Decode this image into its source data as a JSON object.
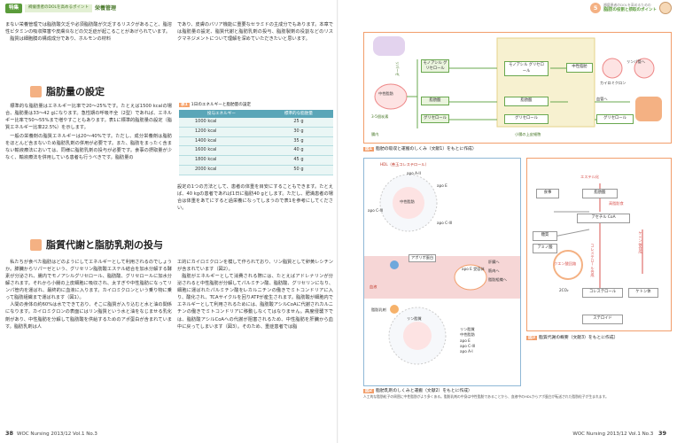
{
  "header": {
    "tag": "特集",
    "subtitle": "褥瘡患者のDOLを高めるポイント",
    "title": "栄養管理",
    "right_num": "5",
    "right_sub": "褥瘡患者のDOLを高めるための",
    "right_title": "脂肪",
    "right_tail": "の役割と摂取のポイント"
  },
  "left": {
    "col1_top": "まない栄養管理では脂肪酸欠乏や必須脂肪酸が欠乏するリスクがあること、脂溶性ビタミンの吸収障害や皮膚炎などの欠乏症が起こることがあげられています。",
    "col1_p2": "脂質は細胞膜の構成成分であり、ホルモンの材料",
    "col2_top": "であり、皮膚のバリア機能に重要なセラミドの主成分でもあります。本章では脂肪量の設定、脂質代謝と脂肪乳剤の投与、脂肪製剤の役割などのリスクマネジメントについて理解を深めていただきたいと思います。",
    "h_fat": "脂肪量の設定",
    "fat_p1": "標準的な脂肪量はエネルギー比率で20〜25%です。たとえば1500 kcalの場合、脂肪量は33〜42 gになります。急性期の呼吸不全（2型）であれば、エネルギー比率で50〜55%まで増やすこともあります。表1に標準的脂肪量の設定（脂質エネルギー比率22.5%）を示します。",
    "fat_p2": "一般の栄養剤の脂質エネルギーは20〜40%です。ただし、成分栄養剤は脂肪をほとんど含まないため脂肪乳剤の併用が必要です。また、脂肪をまったく含まない輸液療法においては、同様に脂肪乳剤の投与が必要です。食事の摂取量が少なく、輸液療法を併用している患者も行うべきです。脂肪量の",
    "fat_col2": "設定の1つの方法として、患者の体重を目安にすることもできます。たとえば、40 kgの患者であれば1日に脂肪40 gとします。ただし、肥満患者の場合は体重をあてにすると過栄養になってしまうので表1を参考にしてください。",
    "h_lipid": "脂質代謝と脂肪乳剤の投与",
    "lip_p1": "私たちが食べた脂肪はどのようにしてエネルギーとして利用されるのでしょうか。膵臓からリパーゼという、グリセリン脂肪酸エステル結合を加水分解する酵素が分泌され、腸内でモノアシルグリセロール、脂肪酸、グリセロールに加水分解されます。それから小腸の上皮細胞に吸収され、太すぎや中性脂肪になってリンパ管内を運ばれ、最終的に血液に入ります。カイロミクロンという乗り物に乗って脂肪組織まで運ばれます（図1）。",
    "lip_p2": "人間の身体の約60%は水でできており、そこに脂質が入り込むと水と油の関係になります。カイロミクロンの表面にはリン脂質という水と油をなじませる乳化剤があり、中性脂肪を分解して脂肪酸を供給するためのアポ蛋白が含まれています。脂肪乳剤は人",
    "lip_col2": "工的にカイロミクロンを模して作られており、リン脂質として卵黄レシチンが含まれています（図2）。",
    "lip_col2_p2": "脂肪がエネルギーとして消費される際には、たとえばアドレナリンが分泌されると中性脂肪が分解してパルミチン酸、脂肪酸、グリセリンになり、細胞に運ばれたパルミチン酸をL-カルニチンの働きでミトコンドリアに入り、酸化され、TCAサイクルを回りATPが産生されます。脂肪酸が細胞内でエネルギーとして利用されるためには、脂肪酸アシルCoAに代謝されカルニチンの働きでミトコンドリアに移動しなくてはなりません。高度侵襲下では、脂肪酸アシルCoAへの代謝が阻害されるため、中性脂肪を肝臓から血中に戻ってしまいます（図3）。そのため、重症患者では脂"
  },
  "table": {
    "caption_no": "表1",
    "caption": "1日のエネルギーと脂肪量の設定",
    "headers": [
      "投与エネルギー",
      "標準的な脂肪量"
    ],
    "rows": [
      [
        "1000 kcal",
        "25 g"
      ],
      [
        "1200 kcal",
        "30 g"
      ],
      [
        "1400 kcal",
        "35 g"
      ],
      [
        "1600 kcal",
        "40 g"
      ],
      [
        "1800 kcal",
        "45 g"
      ],
      [
        "2000 kcal",
        "50 g"
      ]
    ]
  },
  "fig1": {
    "caption_no": "図1",
    "caption": "脂肪の吸収と運搬のしくみ（文献1）をもとに作成）",
    "lipase": "リパーゼ",
    "mono": "モノアシル\nグリセロール",
    "fa": "脂肪酸",
    "chylo": "カイロミクロン",
    "tg": "中性脂肪",
    "lymph": "リンパ管へ",
    "blood": "血管へ",
    "glycerol": "グリセロール",
    "small": "小腸の上皮細胞",
    "gut": "腸内",
    "fa_short": "3-5個炭素"
  },
  "fig2": {
    "caption_no": "図2",
    "caption": "脂肪乳剤のしくみと運搬（文献2）をもとに作成）",
    "hdl": "HDL（善玉コレステロール）",
    "apoa": "apo A-II",
    "apoe": "apo E",
    "apoc": "apo C-III",
    "core": "中性脂肪",
    "apob": "アポリポ蛋白",
    "out": [
      "肝臓へ",
      "筋肉へ",
      "脂肪組織へ"
    ],
    "rec": "apo E 受容体",
    "blood": "血液",
    "emul": "脂肪乳剤",
    "lp": "リン脂質",
    "legend": [
      "リン脂質",
      "中性脂肪",
      "apo E",
      "apo C-III",
      "apo A-I"
    ],
    "note": "人工的な脂肪粒子の周囲に中性脂肪がより多くある。脂肪乳剤の中身は中性脂肪であることから、血液中のHDLからアポ蛋白が転送された脂肪粒子が生まれます。"
  },
  "fig3": {
    "caption_no": "図3",
    "caption": "脂質代謝の概要（文献3）をもとに作成）",
    "food": "食事",
    "ester": "エステル化",
    "fa": "脂肪酸",
    "ketone": "高脂肪食",
    "acetyl": "アセチル CoA",
    "sugar": "糖質",
    "amino": "アミノ酸",
    "tca": "クエン酸回路",
    "chol": "コレステロール合成",
    "ket2": "ケトン体合成",
    "co2": "2CO₂",
    "c1": "コレステロール",
    "c2": "ケトン体",
    "ster": "ステロイド"
  },
  "footer": {
    "left_page": "38",
    "left_mag": "WOC Nursing",
    "left_vol": "2013/12 Vol.1 No.3",
    "right_page": "39",
    "right_mag": "WOC Nursing",
    "right_vol": "2013/12 Vol.1 No.3"
  }
}
